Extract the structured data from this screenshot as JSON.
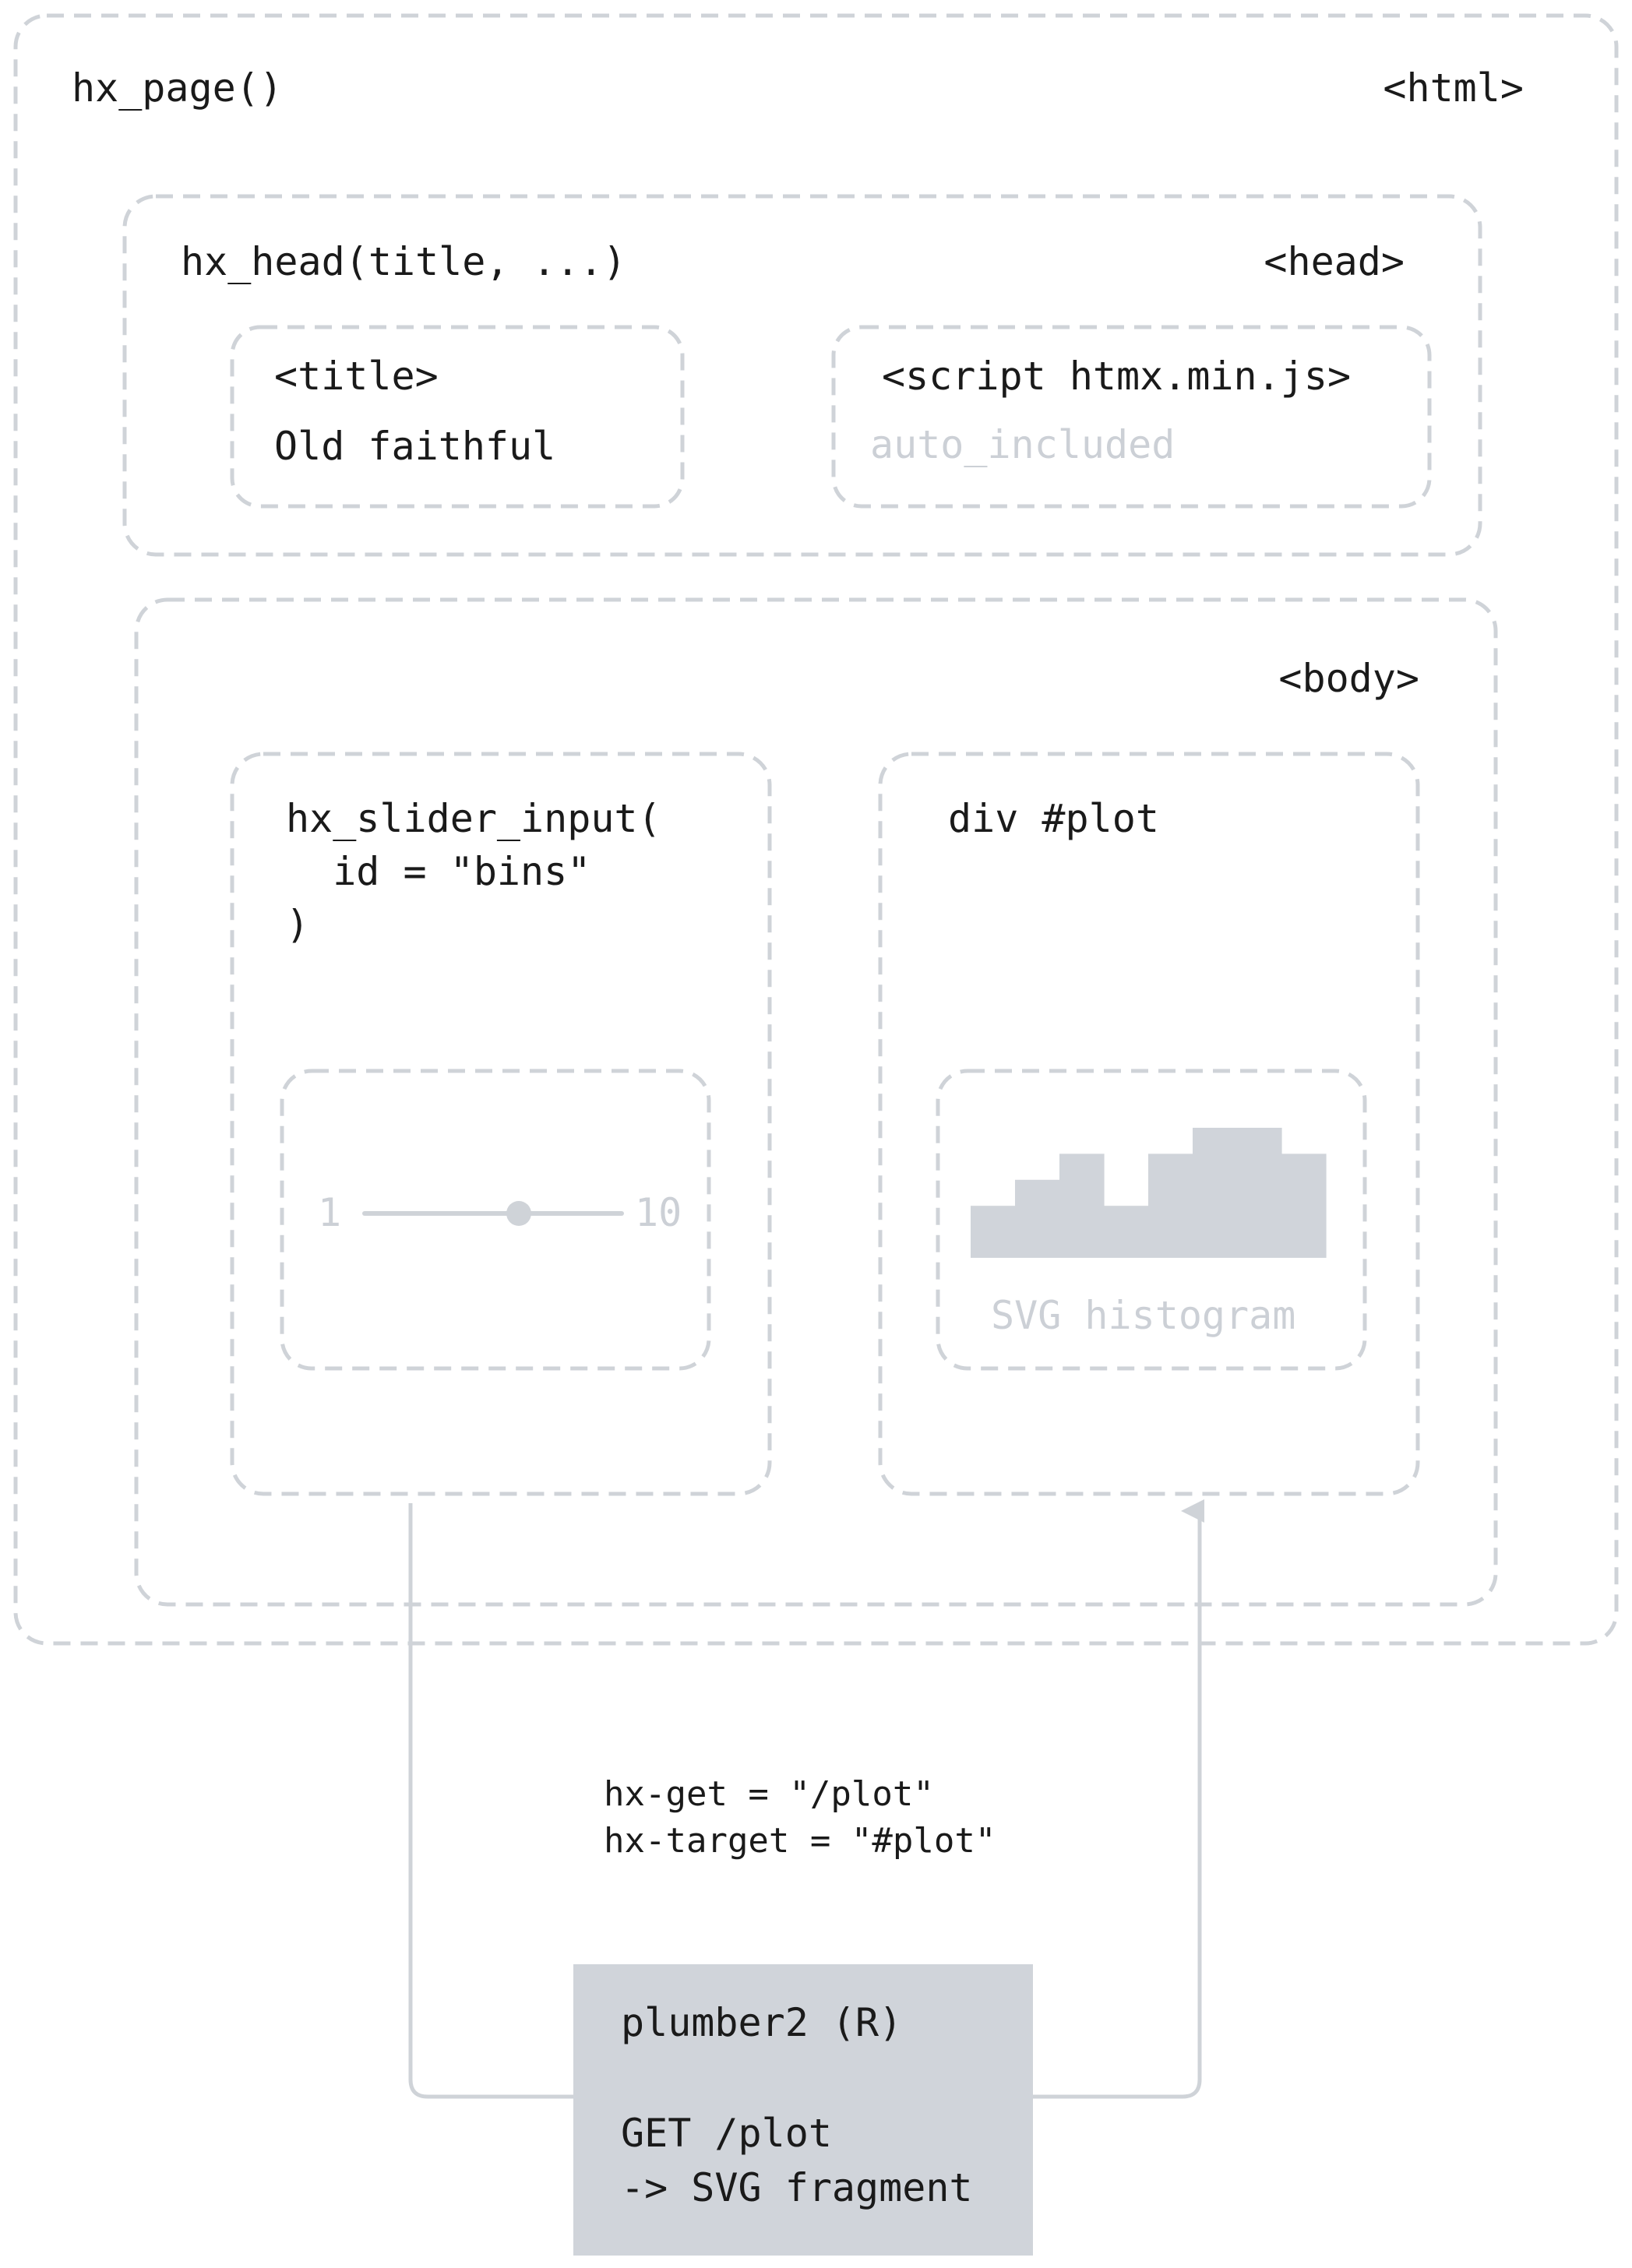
{
  "html": {
    "function_label": "hx_page()",
    "tag": "<html>"
  },
  "head": {
    "function_label": "hx_head(title, ...)",
    "tag": "<head>",
    "title_box": {
      "tag": "<title>",
      "value": "Old faithful"
    },
    "script_box": {
      "tag": "<script htmx.min.js>",
      "note": "auto_included"
    }
  },
  "body": {
    "tag": "<body>",
    "slider": {
      "code_lines": [
        "hx_slider_input(",
        "  id = \"bins\"",
        ")"
      ],
      "min_label": "1",
      "max_label": "10",
      "value_fraction": 0.6
    },
    "plot": {
      "label": "div #plot",
      "histogram_caption": "SVG histogram"
    }
  },
  "request": {
    "lines": [
      "hx-get = \"/plot\"",
      "hx-target = \"#plot\""
    ]
  },
  "server": {
    "title": "plumber2 (R)",
    "lines": [
      "GET /plot",
      "-> SVG fragment"
    ]
  },
  "colors": {
    "dashed_border": "#cfd3d8",
    "muted_text": "#ccd0d6",
    "server_fill": "#d0d4da",
    "histogram_fill": "#d0d4da",
    "text": "#1a1a1a"
  },
  "chart_data": {
    "type": "bar",
    "values": [
      2,
      3,
      4,
      2,
      4,
      5,
      5,
      4
    ],
    "ylim": [
      0,
      5
    ]
  }
}
